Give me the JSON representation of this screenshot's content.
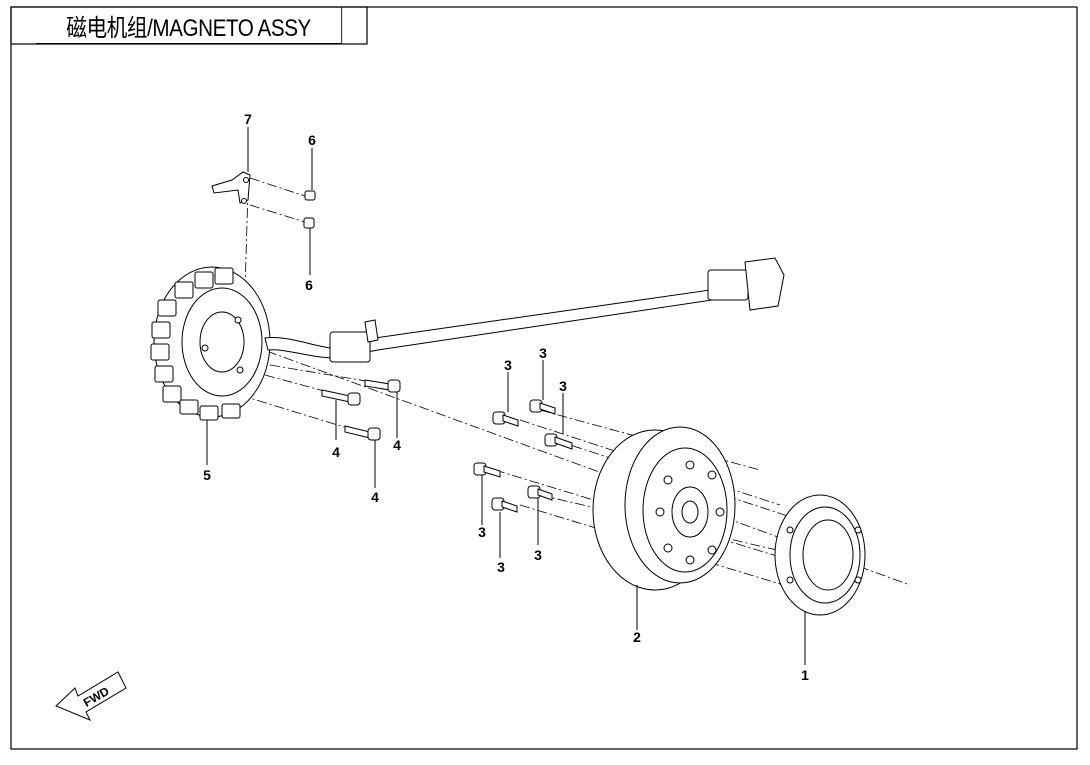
{
  "title": "磁电机组/MAGNETO ASSY",
  "fwd_label": "FWD",
  "callouts": [
    {
      "id": "c1",
      "label": "1"
    },
    {
      "id": "c2",
      "label": "2"
    },
    {
      "id": "c3a",
      "label": "3"
    },
    {
      "id": "c3b",
      "label": "3"
    },
    {
      "id": "c3c",
      "label": "3"
    },
    {
      "id": "c3d",
      "label": "3"
    },
    {
      "id": "c3e",
      "label": "3"
    },
    {
      "id": "c3f",
      "label": "3"
    },
    {
      "id": "c4a",
      "label": "4"
    },
    {
      "id": "c4b",
      "label": "4"
    },
    {
      "id": "c4c",
      "label": "4"
    },
    {
      "id": "c5",
      "label": "5"
    },
    {
      "id": "c6a",
      "label": "6"
    },
    {
      "id": "c6b",
      "label": "6"
    },
    {
      "id": "c7",
      "label": "7"
    }
  ]
}
